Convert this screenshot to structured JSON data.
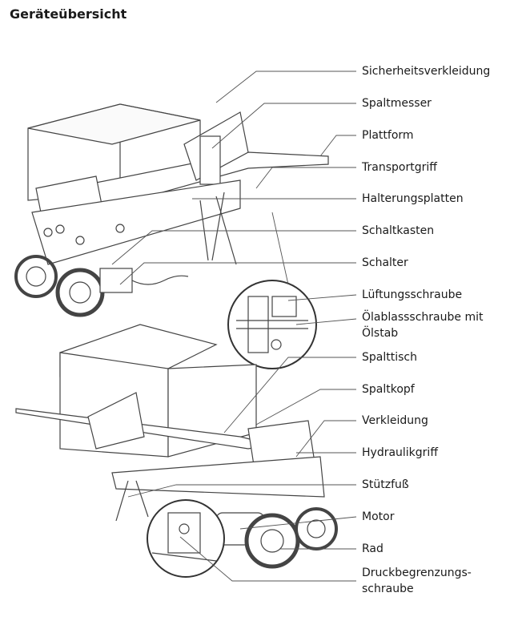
{
  "title": "Geräteübersicht",
  "labels": [
    "Sicherheitsverkleidung",
    "Spaltmesser",
    "Plattform",
    "Transportgriff",
    "Halterungsplatten",
    "Schaltkasten",
    "Schalter",
    "Lüftungsschraube",
    "Ölablassschraube mit",
    "Ölstab",
    "Spalttisch",
    "Spaltkopf",
    "Verkleidung",
    "Hydraulikgriff",
    "Stützfuß",
    "Motor",
    "Rad",
    "Druckbegrenzungs-",
    "schraube"
  ]
}
